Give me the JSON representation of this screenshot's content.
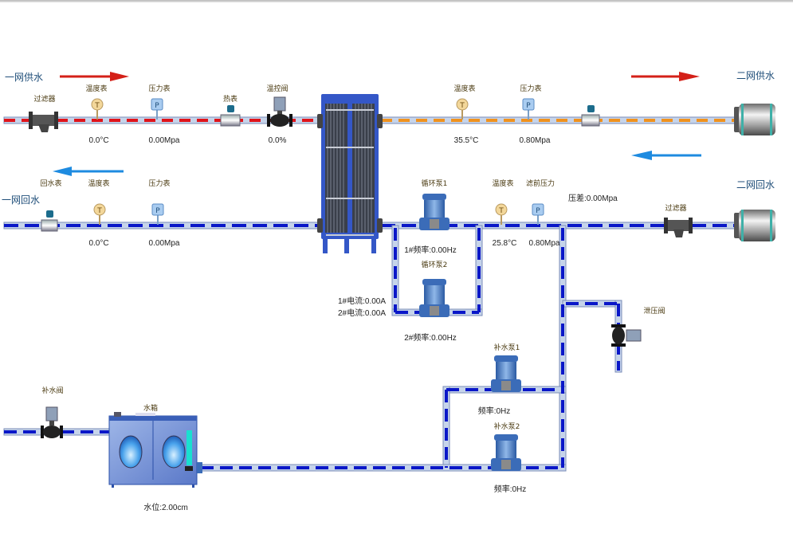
{
  "diagram": {
    "titles": {
      "primary_supply": "一网供水",
      "primary_return": "一网回水",
      "secondary_supply": "二网供水",
      "secondary_return": "二网回水"
    },
    "primary_supply": {
      "filter_label": "过滤器",
      "temp_label": "温度表",
      "temp_value": "0.0°C",
      "pressure_label": "压力表",
      "pressure_value": "0.00Mpa",
      "heat_meter_label": "热表",
      "control_valve_label": "温控阀",
      "control_valve_value": "0.0%"
    },
    "primary_return": {
      "return_meter_label": "回水表",
      "temp_label": "温度表",
      "temp_value": "0.0°C",
      "pressure_label": "压力表",
      "pressure_value": "0.00Mpa"
    },
    "secondary_supply": {
      "temp_label": "温度表",
      "temp_value": "35.5°C",
      "pressure_label": "压力表",
      "pressure_value": "0.80Mpa"
    },
    "secondary_return": {
      "temp_label": "温度表",
      "temp_value": "25.8°C",
      "pre_filter_pressure_label": "滤前压力",
      "pre_filter_pressure_value": "0.80Mpa",
      "pressure_diff": "压差:0.00Mpa",
      "filter_label": "过滤器"
    },
    "circulation": {
      "pump1_label": "循环泵1",
      "pump1_freq": "1#频率:0.00Hz",
      "pump2_label": "循环泵2",
      "pump2_freq": "2#频率:0.00Hz",
      "current1": "1#电流:0.00A",
      "current2": "2#电流:0.00A"
    },
    "relief_valve_label": "泄压阀",
    "makeup": {
      "pump1_label": "补水泵1",
      "pump1_freq": "频率:0Hz",
      "pump2_label": "补水泵2",
      "pump2_freq": "频率:0Hz",
      "valve_label": "补水阀"
    },
    "tank": {
      "label": "水箱",
      "level": "水位:2.00cm"
    },
    "colors": {
      "hot": "#e0141b",
      "warm": "#f0921e",
      "cold": "#0a17c8",
      "pipe": "#c6d4ea",
      "pipe_edge": "#7b8db8",
      "arrow_red": "#d42018",
      "arrow_blue": "#1e8be0",
      "hx": "#3457c7"
    }
  }
}
